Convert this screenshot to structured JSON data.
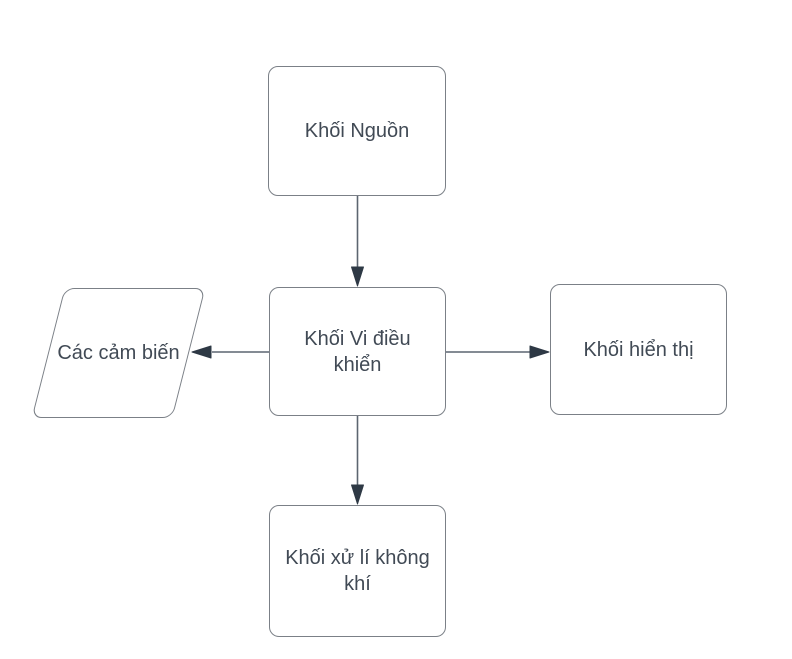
{
  "diagram": {
    "background_color": "#ffffff",
    "colors": {
      "node_fill": "#ffffff",
      "node_border": "#7b8087",
      "text": "#414a55",
      "arrow_line": "#5c6570",
      "arrow_head": "#2e3945"
    },
    "nodes": {
      "power": {
        "label": "Khối Nguồn",
        "shape": "rounded-rectangle"
      },
      "mcu": {
        "label": "Khối Vi điều khiển",
        "shape": "rounded-rectangle"
      },
      "sensors": {
        "label": "Các cảm biến",
        "shape": "parallelogram"
      },
      "display": {
        "label": "Khối hiển thị",
        "shape": "rounded-rectangle"
      },
      "air": {
        "label": "Khối xử lí không khí",
        "shape": "rounded-rectangle"
      }
    },
    "edges": [
      {
        "from": "power",
        "to": "mcu",
        "direction": "down"
      },
      {
        "from": "mcu",
        "to": "sensors",
        "direction": "left"
      },
      {
        "from": "mcu",
        "to": "display",
        "direction": "right"
      },
      {
        "from": "mcu",
        "to": "air",
        "direction": "down"
      }
    ]
  }
}
